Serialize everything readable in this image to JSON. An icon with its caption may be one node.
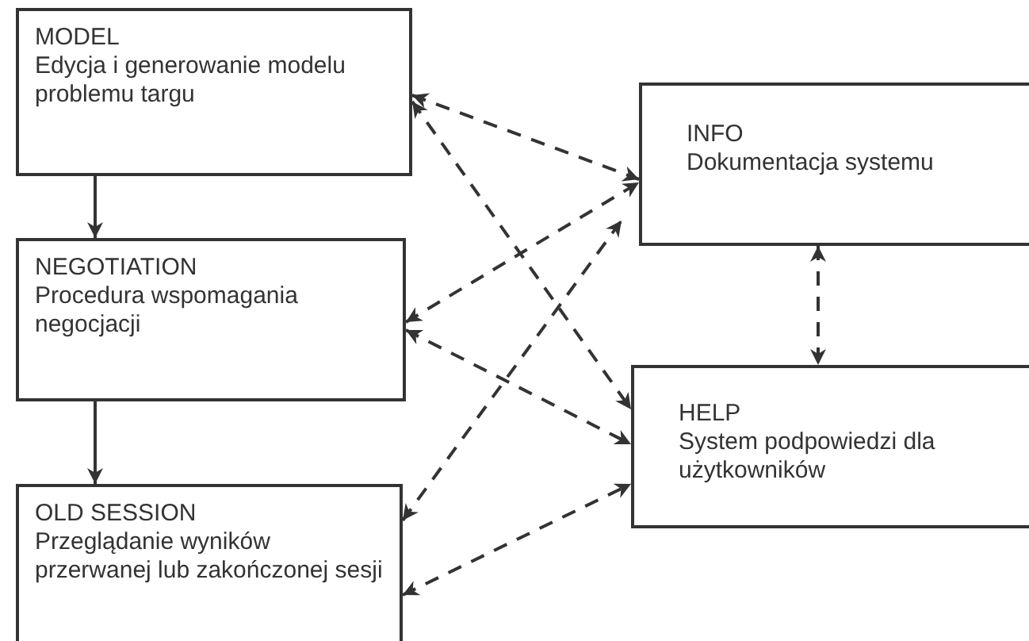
{
  "diagram": {
    "nodes": [
      {
        "text": [
          "MODEL",
          "Edycja i generowanie modelu problemu targu"
        ]
      },
      {
        "text": [
          "NEGOTIATION",
          "Procedura wspomagania negocjacji"
        ]
      },
      {
        "text": [
          "OLD SESSION",
          "Przeglądanie wyników przerwanej lub zakończonej sesji"
        ]
      },
      {
        "text": [
          "INFO",
          "Dokumentacja systemu"
        ]
      },
      {
        "text": [
          "HELP",
          "System podpowiedzi dla użytkowników"
        ]
      }
    ],
    "edges": [
      {
        "from": 0,
        "to": 1,
        "arrow": "to"
      },
      {
        "from": 1,
        "to": 2,
        "arrow": "to"
      },
      {
        "from": 0,
        "to": 3,
        "arrow": "both",
        "style": "dashed"
      },
      {
        "from": 0,
        "to": 4,
        "arrow": "both",
        "style": "dashed"
      },
      {
        "from": 1,
        "to": 3,
        "arrow": "both",
        "style": "dashed"
      },
      {
        "from": 1,
        "to": 4,
        "arrow": "both",
        "style": "dashed"
      },
      {
        "from": 2,
        "to": 3,
        "arrow": "both",
        "style": "dashed"
      },
      {
        "from": 2,
        "to": 4,
        "arrow": "both",
        "style": "dashed"
      },
      {
        "from": 3,
        "to": 4,
        "arrow": "both",
        "style": "dashed"
      }
    ]
  }
}
